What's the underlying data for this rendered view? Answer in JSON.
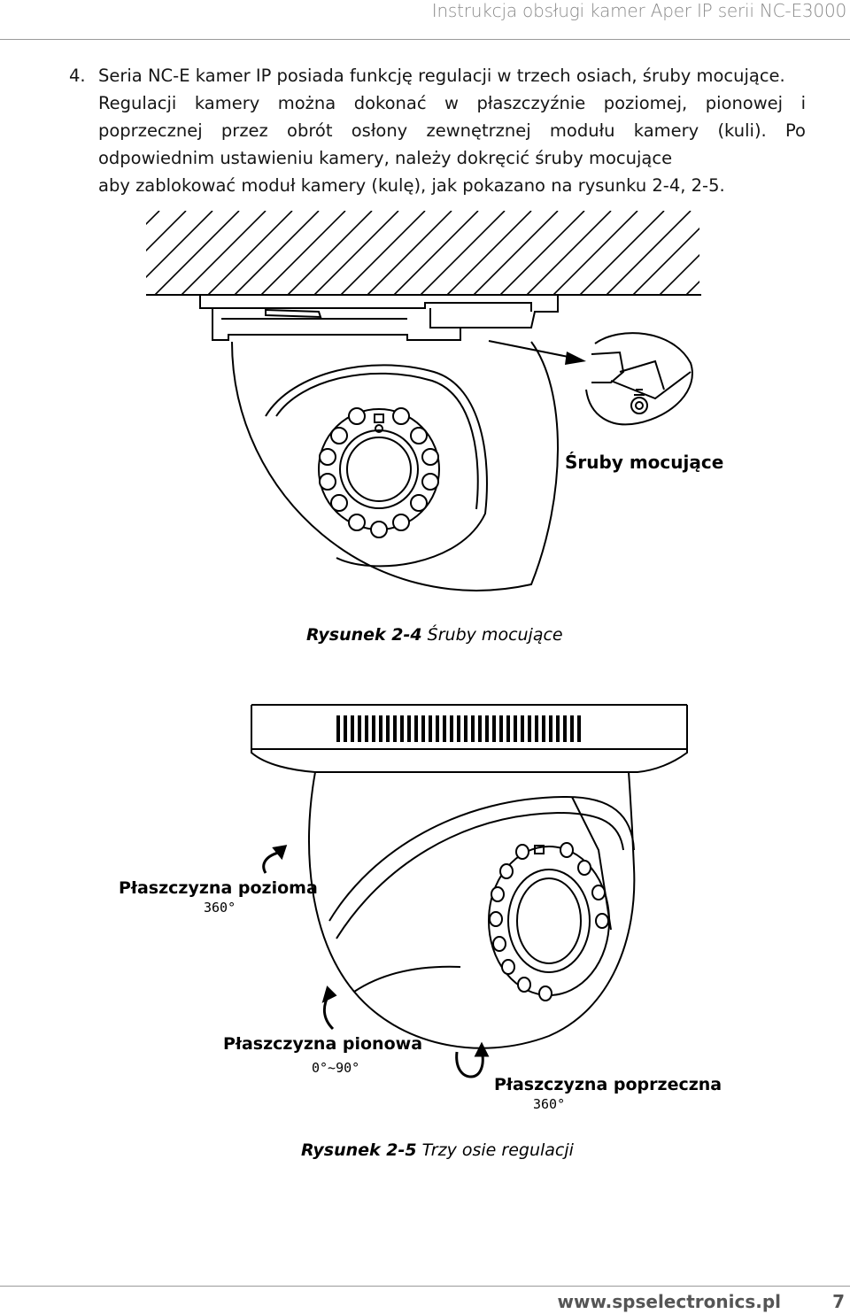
{
  "header": {
    "title": "Instrukcja obsługi kamer Aper IP serii NC-E3000"
  },
  "section": {
    "number": "4.",
    "line1": "Seria NC-E kamer IP posiada funkcję regulacji w trzech osiach, śruby mocujące.",
    "body": "Regulacji kamery można dokonać w płaszczyźnie poziomej, pionowej i poprzecznej przez obrót osłony zewnętrznej modułu kamery (kuli). Po odpowiednim ustawieniu kamery, należy dokręcić śruby mocujące",
    "last": "aby zablokować moduł kamery (kulę), jak pokazano na rysunku 2-4, 2-5."
  },
  "figure1": {
    "label": "Śruby mocujące",
    "caption_bold": "Rysunek 2-4",
    "caption_text": "Śruby mocujące"
  },
  "figure2": {
    "pan_label": "Płaszczyzna pozioma",
    "pan_degrees": "360°",
    "tilt_label": "Płaszczyzna pionowa",
    "tilt_degrees": "0°~90°",
    "rotate_label": "Płaszczyzna poprzeczna",
    "rotate_degrees": "360°",
    "caption_bold": "Rysunek 2-5",
    "caption_text": "Trzy osie regulacji"
  },
  "footer": {
    "url": "www.spselectronics.pl",
    "page": "7"
  }
}
